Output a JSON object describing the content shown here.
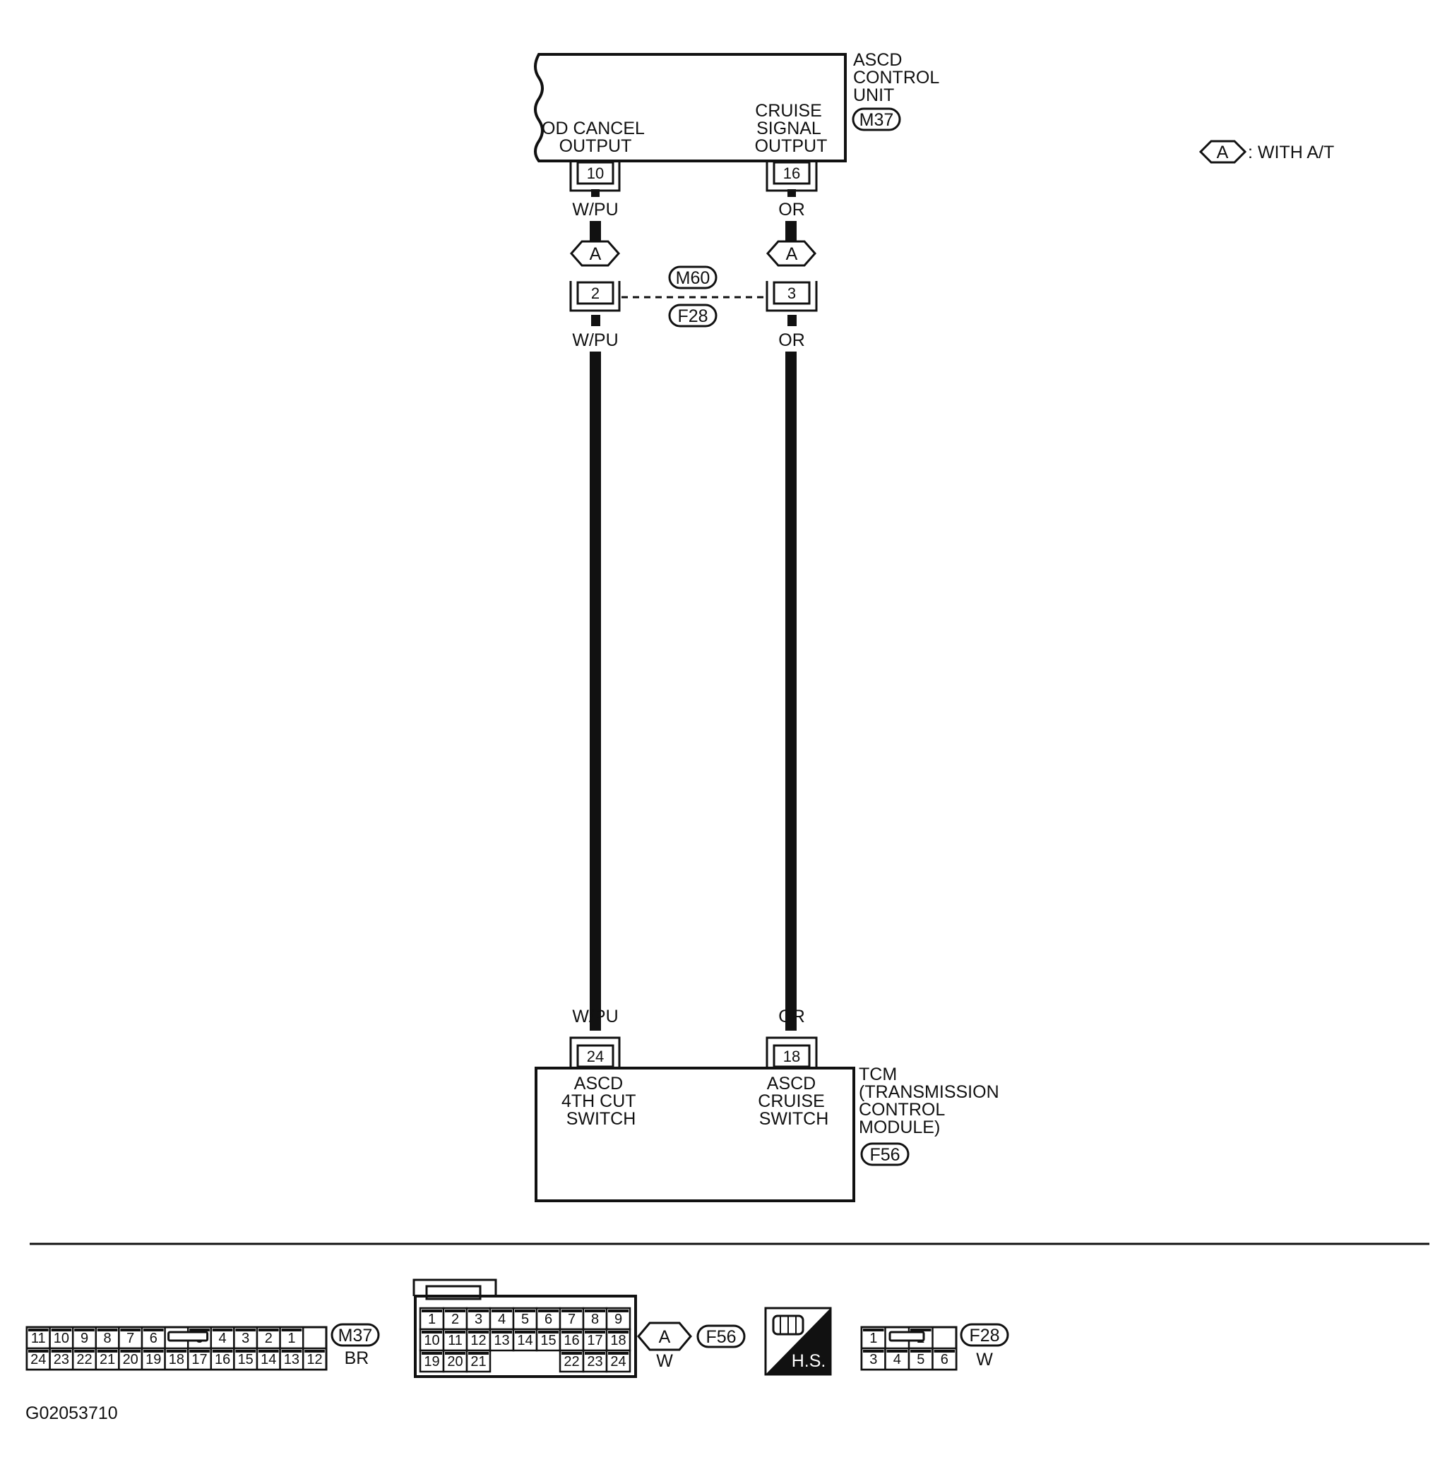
{
  "ascd_unit": {
    "title_lines": [
      "ASCD",
      "CONTROL",
      "UNIT"
    ],
    "connector": "M37",
    "od_cancel_label": [
      "OD CANCEL",
      "OUTPUT"
    ],
    "cruise_signal_label": [
      "CRUISE",
      "SIGNAL",
      "OUTPUT"
    ],
    "pin_left": "10",
    "pin_right": "16"
  },
  "legend": {
    "symbol": "A",
    "text": ": WITH A/T"
  },
  "wires": {
    "left_color": "W/PU",
    "right_color": "OR"
  },
  "option_marker": "A",
  "junction": {
    "connector_top": "M60",
    "connector_bottom": "F28",
    "pin_left": "2",
    "pin_right": "3"
  },
  "tcm": {
    "title_lines": [
      "TCM",
      "(TRANSMISSION",
      "CONTROL",
      "MODULE)"
    ],
    "connector": "F56",
    "pin_left": "24",
    "pin_right": "18",
    "left_label": [
      "ASCD",
      "4TH CUT",
      "SWITCH"
    ],
    "right_label": [
      "ASCD",
      "CRUISE",
      "SWITCH"
    ]
  },
  "connector_views": {
    "m37": {
      "id": "M37",
      "color": "BR",
      "row1": [
        "11",
        "10",
        "9",
        "8",
        "7",
        "6",
        "",
        "5",
        "4",
        "3",
        "2",
        "1"
      ],
      "row2": [
        "24",
        "23",
        "22",
        "21",
        "20",
        "19",
        "18",
        "17",
        "16",
        "15",
        "14",
        "13",
        "12"
      ]
    },
    "f56": {
      "id": "F56",
      "marker": "A",
      "color": "W",
      "row1": [
        "1",
        "2",
        "3",
        "4",
        "5",
        "6",
        "7",
        "8",
        "9"
      ],
      "row2": [
        "10",
        "11",
        "12",
        "13",
        "14",
        "15",
        "16",
        "17",
        "18"
      ],
      "row3": [
        "19",
        "20",
        "21",
        "",
        "",
        "",
        "22",
        "23",
        "24"
      ]
    },
    "hs_label": "H.S.",
    "f28": {
      "id": "F28",
      "color": "W",
      "row1": [
        "1",
        "",
        "2"
      ],
      "row2": [
        "3",
        "4",
        "5",
        "6"
      ]
    }
  },
  "figure_id": "G02053710"
}
